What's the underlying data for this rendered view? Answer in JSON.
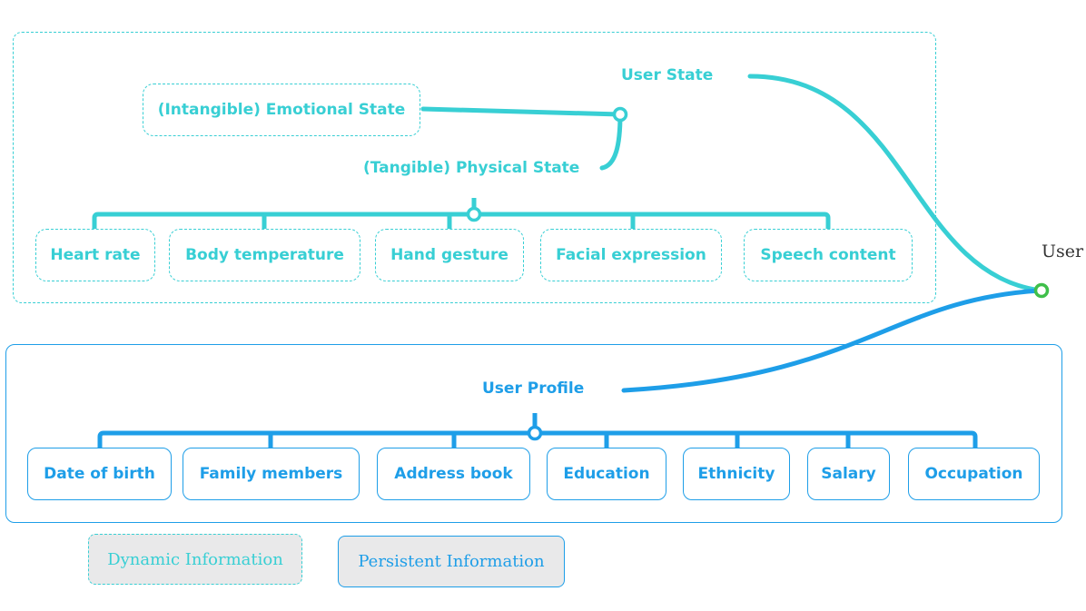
{
  "colors": {
    "dynamic": "#38cfd4",
    "persistent": "#1e9ee8",
    "root": "#3fbf4a",
    "legend_fill": "#e9e9ea"
  },
  "root": {
    "label": "User"
  },
  "user_state": {
    "label": "User State",
    "emotional": "(Intangible) Emotional State",
    "physical": "(Tangible) Physical State",
    "items": [
      "Heart rate",
      "Body temperature",
      "Hand gesture",
      "Facial expression",
      "Speech content"
    ]
  },
  "user_profile": {
    "label": "User Profile",
    "items": [
      "Date of birth",
      "Family members",
      "Address book",
      "Education",
      "Ethnicity",
      "Salary",
      "Occupation"
    ]
  },
  "legend": {
    "dynamic": "Dynamic Information",
    "persistent": "Persistent Information"
  }
}
